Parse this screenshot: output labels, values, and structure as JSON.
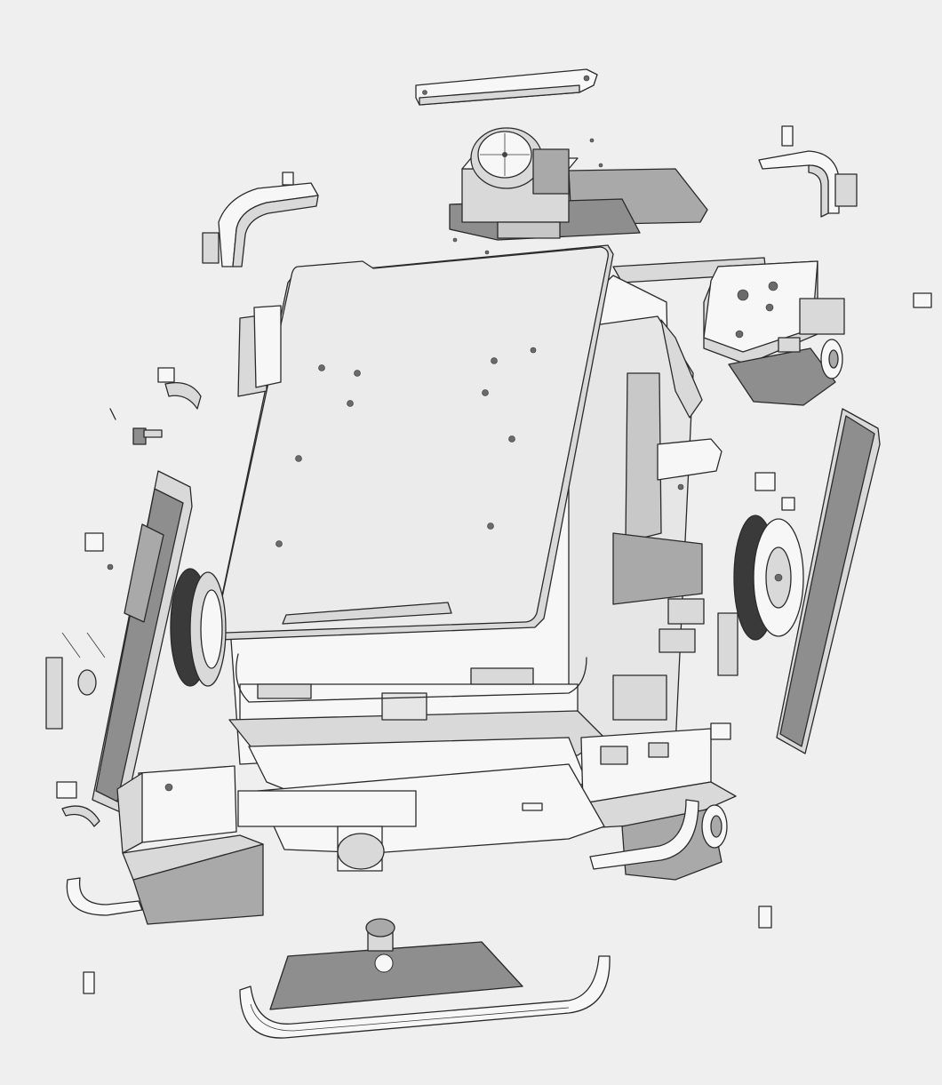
{
  "diagram": {
    "kind": "exploded-assembly-line-drawing",
    "text_labels": [],
    "colors": {
      "background": "#efefef",
      "light_surface": "#f7f7f7",
      "mid_surface": "#d9d9d9",
      "dark_surface": "#8e8e8e",
      "darker_surface": "#a9a9a9",
      "outline": "#2a2a2a"
    },
    "parts": [
      {
        "name": "top-bar-bracket"
      },
      {
        "name": "top-gauge-motor-assembly"
      },
      {
        "name": "upper-left-curved-bracket"
      },
      {
        "name": "upper-right-curved-bracket"
      },
      {
        "name": "main-top-plate"
      },
      {
        "name": "chassis-frame"
      },
      {
        "name": "right-motor-block"
      },
      {
        "name": "left-side-panel"
      },
      {
        "name": "right-side-panel"
      },
      {
        "name": "left-wheel"
      },
      {
        "name": "right-wheel"
      },
      {
        "name": "lower-left-motor-block"
      },
      {
        "name": "lower-right-motor-block"
      },
      {
        "name": "bottom-base-plate"
      },
      {
        "name": "bottom-curved-bumper"
      },
      {
        "name": "bottom-wedge-plate"
      },
      {
        "name": "small-fasteners"
      }
    ]
  }
}
